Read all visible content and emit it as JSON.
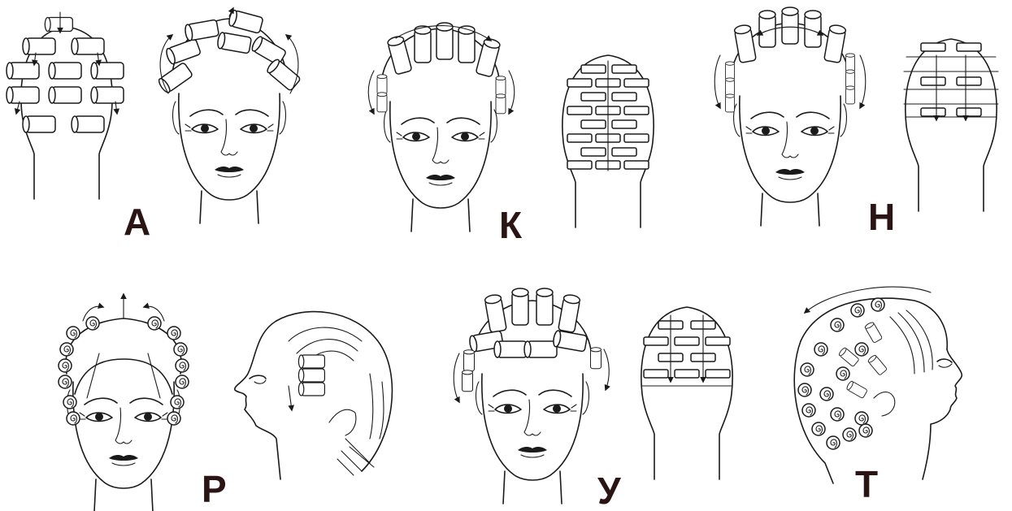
{
  "labels": {
    "a": "А",
    "k": "К",
    "n": "Н",
    "r": "Р",
    "u": "У",
    "t": "Т"
  },
  "colors": {
    "ink": "#1a1a1a",
    "letter": "#2a1414",
    "background": "#ffffff"
  }
}
